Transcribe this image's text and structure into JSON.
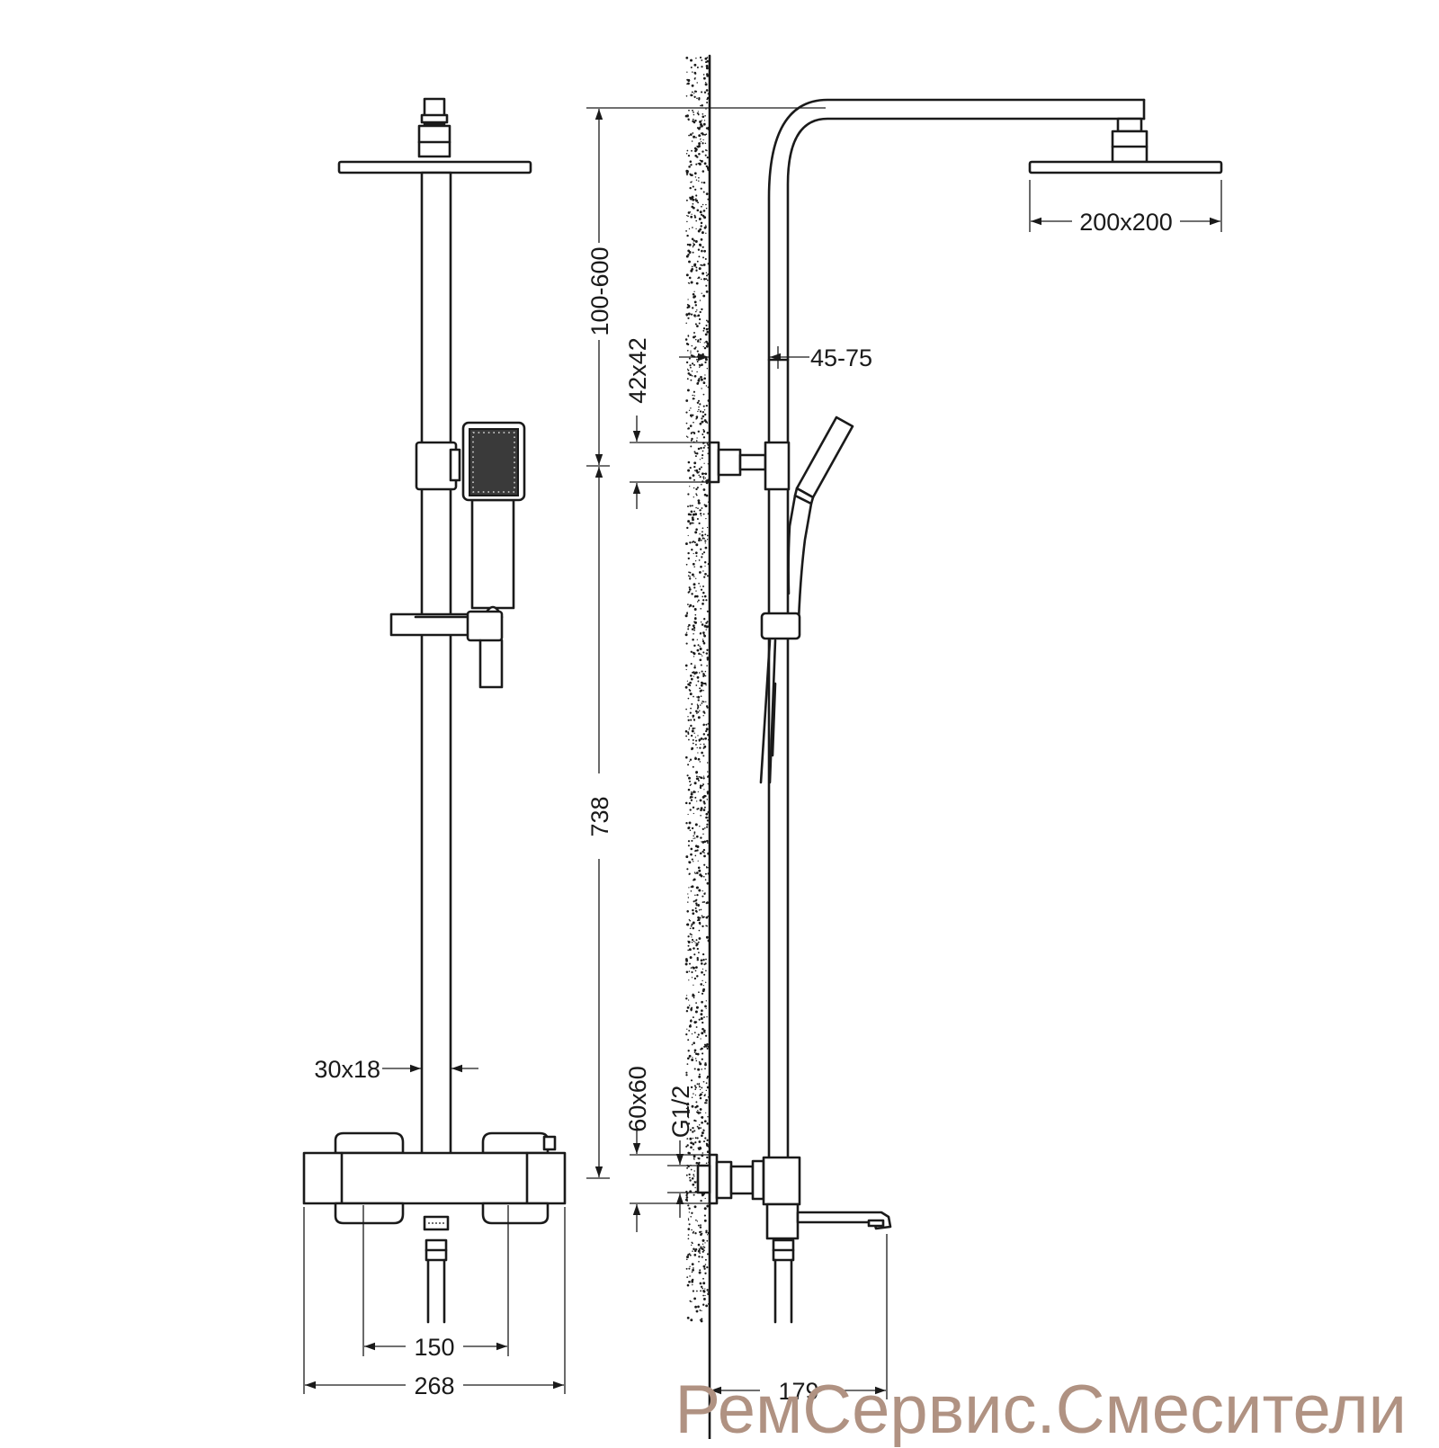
{
  "dimensions": {
    "arm_length": "100-600",
    "wall_clearance": "45-75",
    "holder_size": "42x42",
    "bar_height": "738",
    "head_size": "200x200",
    "rail_profile": "30x18",
    "mixer_block": "60x60",
    "thread": "G1/2",
    "inlet_spacing": "150",
    "mixer_width": "268",
    "spout_reach": "179"
  },
  "watermark": "РемСервис.Смесители",
  "colors": {
    "line": "#1a1a1a",
    "watermark": "#b09282"
  }
}
